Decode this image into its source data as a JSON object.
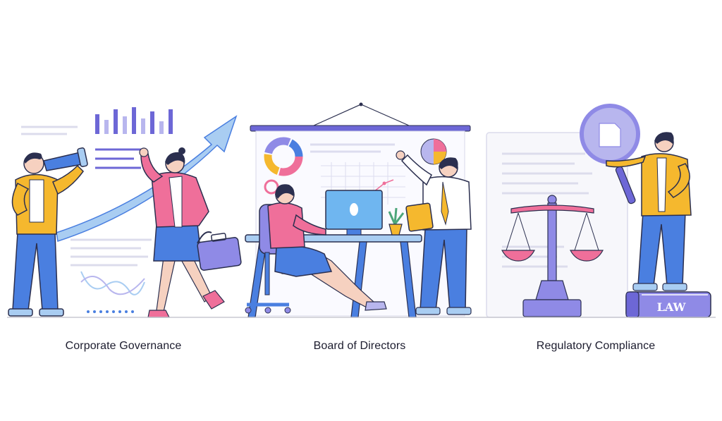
{
  "captions": {
    "corporate_governance": "Corporate Governance",
    "board_of_directors": "Board of Directors",
    "regulatory_compliance": "Regulatory Compliance"
  },
  "book_label": "LAW",
  "colors": {
    "blue": "#4a7fe0",
    "light_blue": "#a9cdf2",
    "purple": "#6d67d6",
    "lavender": "#b8b6ee",
    "pink": "#ef6f9a",
    "yellow": "#f5b82e",
    "outline": "#2b2f4f",
    "floor": "#c9c9d2"
  },
  "icons": [
    "spyglass-icon",
    "briefcase-icon",
    "growth-arrow-icon",
    "donut-chart-icon",
    "pie-chart-icon",
    "laptop-icon",
    "potted-plant-icon",
    "magnifying-glass-icon",
    "scales-of-justice-icon",
    "law-book-icon"
  ]
}
